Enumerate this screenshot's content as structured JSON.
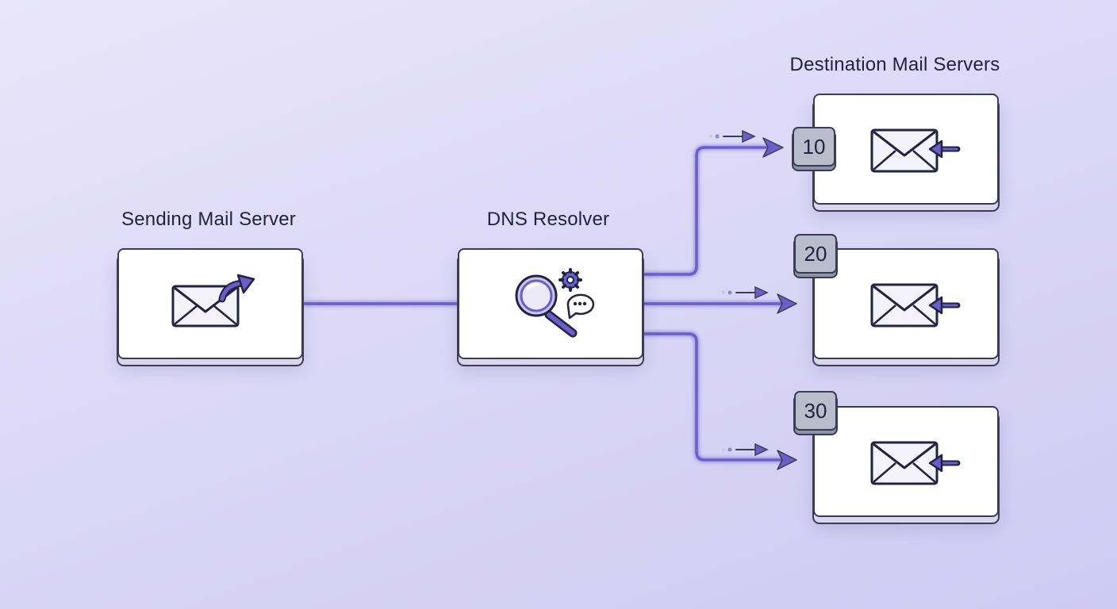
{
  "diagram": {
    "sender": {
      "label": "Sending Mail Server",
      "icon": "envelope-send-icon"
    },
    "resolver": {
      "label": "DNS Resolver",
      "icon": "magnifier-gear-chat-icon"
    },
    "destinations": {
      "heading": "Destination Mail Servers",
      "servers": [
        {
          "priority": "10",
          "icon": "envelope-receive-icon"
        },
        {
          "priority": "20",
          "icon": "envelope-receive-icon"
        },
        {
          "priority": "30",
          "icon": "envelope-receive-icon"
        }
      ]
    },
    "colors": {
      "accent": "#6a5fc8",
      "outline": "#3a3b55",
      "badge": "#b9bccb"
    }
  }
}
